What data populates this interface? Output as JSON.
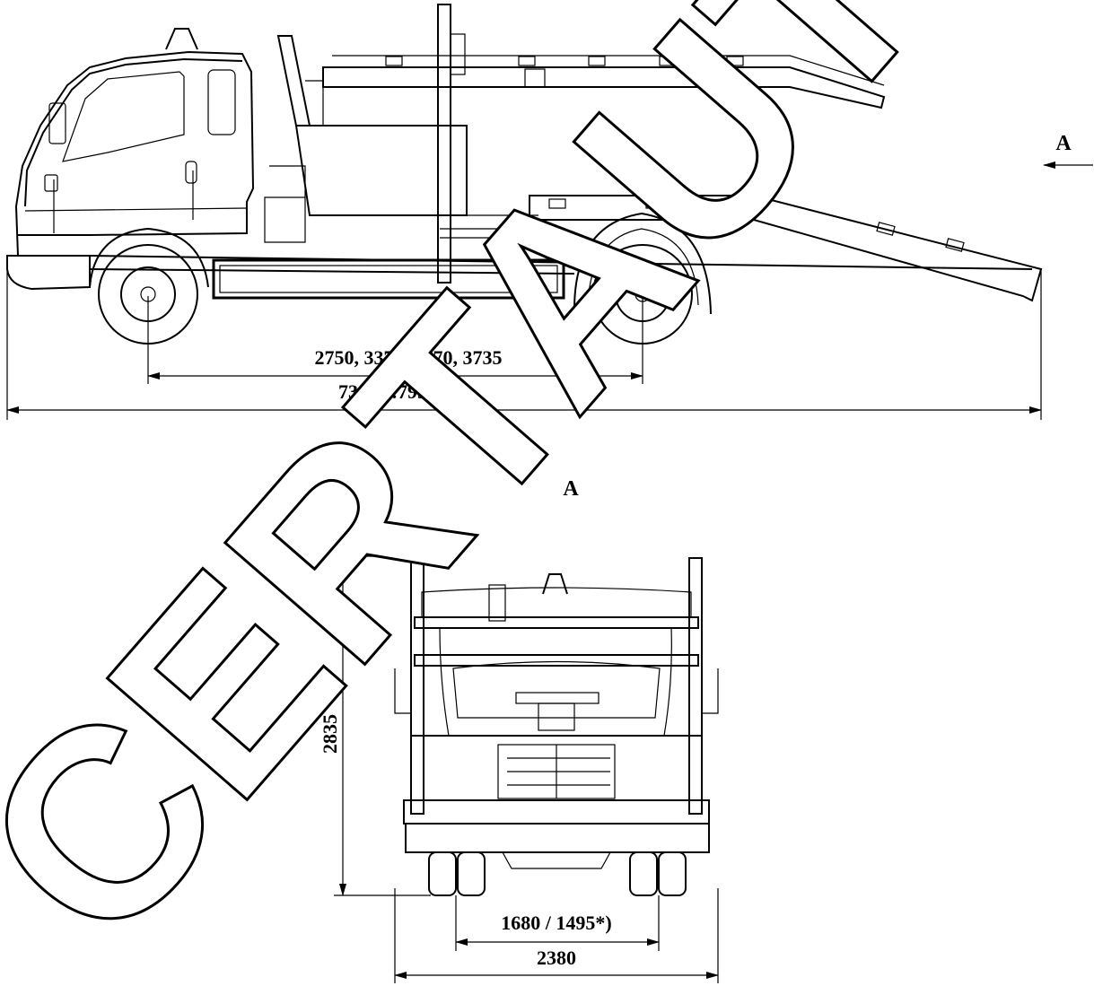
{
  "side_view": {
    "view_marker": "A",
    "dim_wheelbase": "2750, 3375, 3570, 3735",
    "dim_length": "7300…7930"
  },
  "rear_view": {
    "title": "A",
    "dim_height": "2835",
    "dim_track": "1680 / 1495*)",
    "dim_width": "2380"
  },
  "watermark": {
    "text": "CERTAUTO.RU",
    "color": "#000000"
  }
}
